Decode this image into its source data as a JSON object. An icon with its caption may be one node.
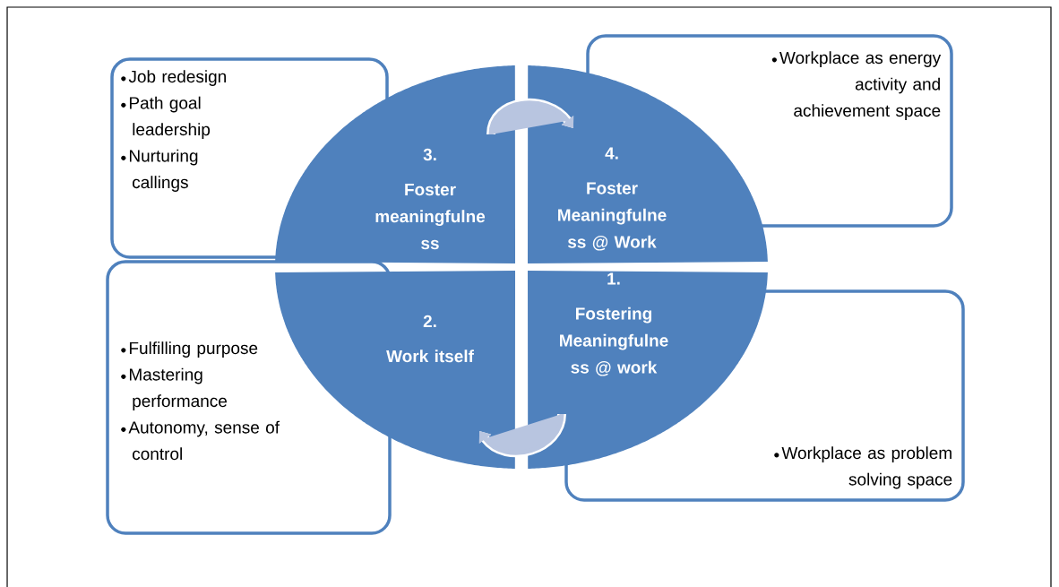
{
  "diagram": {
    "nodes": [
      {
        "text": [
          "Job redesign",
          "Path goal leadership",
          "Nurturing callings"
        ]
      },
      {
        "text": [
          "3.",
          "Foster meaningfulne ss"
        ]
      },
      {
        "text": [
          "4.",
          "Foster Meaningfulne ss @ Work"
        ]
      },
      {
        "text": [
          "Workplace as energy activity and achievement space"
        ]
      },
      {
        "text": [
          "Fulfilling purpose",
          "Mastering performance",
          "Autonomy, sense of control"
        ]
      },
      {
        "text": [
          "2.",
          "Work itself"
        ]
      },
      {
        "text": [
          "1.",
          "Fostering Meaningfulne ss @ work"
        ]
      },
      {
        "text": [
          "Workplace as problem solving space"
        ]
      }
    ],
    "edges": [
      {
        "from": 1,
        "to": 2,
        "arrow": "to"
      },
      {
        "from": 6,
        "to": 5,
        "arrow": "to"
      }
    ]
  }
}
